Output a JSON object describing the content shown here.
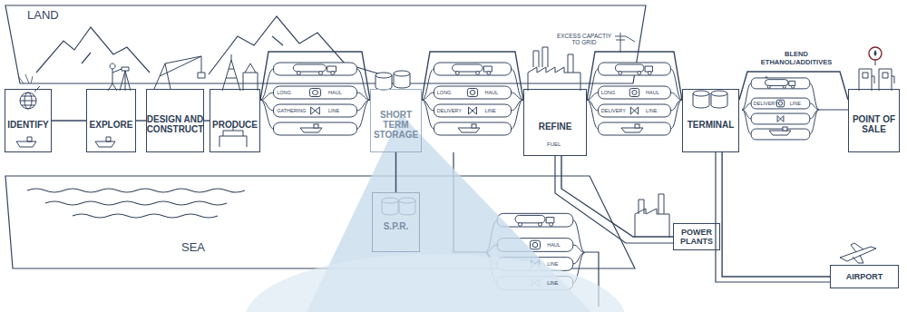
{
  "diagram": {
    "nodes": [
      {
        "text": [
          "IDENTIFY"
        ]
      },
      {
        "text": [
          "EXPLORE"
        ]
      },
      {
        "text": [
          "DESIGN AND CONSTRUCT"
        ]
      },
      {
        "text": [
          "PRODUCE"
        ]
      },
      {
        "text": [
          "SHORT TERM STORAGE"
        ]
      },
      {
        "text": [
          "S.P.R."
        ]
      },
      {
        "text": [
          "REFINE"
        ]
      },
      {
        "text": [
          "TERMINAL"
        ]
      },
      {
        "text": [
          "POINT OF SALE"
        ]
      },
      {
        "text": [
          "POWER PLANTS"
        ]
      },
      {
        "text": [
          "AIRPORT"
        ]
      }
    ],
    "edges": [
      {
        "from": 0,
        "to": 1,
        "arrow": "none"
      },
      {
        "from": 1,
        "to": 2,
        "arrow": "none"
      },
      {
        "from": 2,
        "to": 3,
        "arrow": "none"
      },
      {
        "from": 3,
        "to": 4,
        "arrow": "none"
      },
      {
        "from": 4,
        "to": 6,
        "arrow": "none"
      },
      {
        "from": 6,
        "to": 7,
        "arrow": "none"
      },
      {
        "from": 7,
        "to": 8,
        "arrow": "none"
      },
      {
        "from": 4,
        "to": 5,
        "arrow": "none"
      },
      {
        "from": 6,
        "to": 9,
        "arrow": "none"
      },
      {
        "from": 7,
        "to": 10,
        "arrow": "none"
      }
    ],
    "labels": [
      "LAND",
      "SEA",
      "EXCESS CAPACTIY TO GRID",
      "FUEL",
      "BLEND ETHANOL/ADDITIVES",
      "LONG",
      "HAUL",
      "GATHERING",
      "LINE",
      "LONG",
      "HAUL",
      "DELIVERY",
      "LINE",
      "LONG",
      "HAUL",
      "DELIVERY",
      "LINE",
      "DELIVERY",
      "LINE",
      "HAUL",
      "LINE",
      "LINE"
    ]
  }
}
